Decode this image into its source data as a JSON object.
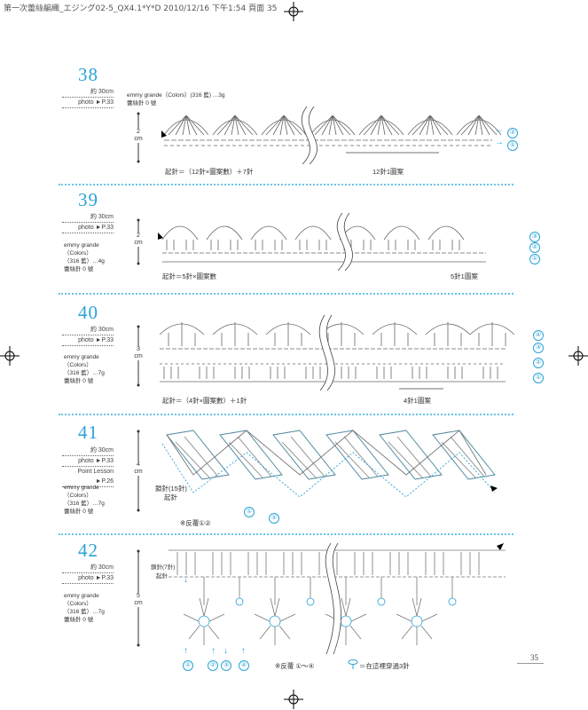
{
  "header": "第一次蕾絲編織_エジング02-5_QX4.1*Y*D  2010/12/16  下午1:54  頁面 35",
  "page_number": "35",
  "patterns": [
    {
      "number": "38",
      "length": "約 30cm",
      "photo": "photo ►P.33",
      "materials": [
        "emmy grande（Colors）(316 藍) …3g",
        "蕾絲針 0 號"
      ],
      "height": "2 cm",
      "foundation": "起針＝（12針×圖案數）＋7針",
      "repeat": "12針1圖案",
      "rows": [
        "①",
        "②"
      ]
    },
    {
      "number": "39",
      "length": "約 30cm",
      "photo": "photo ►P.33",
      "materials": [
        "emmy grande",
        "（Colors）",
        "（316 藍）…4g",
        "蕾絲針 0 號"
      ],
      "height": "2 cm",
      "foundation": "起針＝5針×圖案數",
      "repeat": "5針1圖案",
      "rows": [
        "①",
        "②",
        "③"
      ]
    },
    {
      "number": "40",
      "length": "約 30cm",
      "photo": "photo ►P.33",
      "materials": [
        "emmy grande",
        "（Colors）",
        "（316 藍）…7g",
        "蕾絲針 0 號"
      ],
      "height": "3 cm",
      "foundation": "起針＝（4針×圖案數）＋1針",
      "repeat": "4針1圖案",
      "rows": [
        "①",
        "②",
        "③",
        "④"
      ]
    },
    {
      "number": "41",
      "length": "約 30cm",
      "photo": "photo ►P.33",
      "extra": "Point Lesson ►P.26",
      "materials": [
        "emmy grande",
        "（Colors）",
        "（316 藍）…7g",
        "蕾絲針 0 號"
      ],
      "height": "4 cm",
      "foundation": "鎖針(15針)",
      "foundation2": "起針",
      "note": "※反覆①②",
      "rows": [
        "①",
        "②"
      ]
    },
    {
      "number": "42",
      "length": "約 30cm",
      "photo": "photo ►P.33",
      "materials": [
        "emmy grande",
        "（Colors）",
        "（316 藍）…7g",
        "蕾絲針 0 號"
      ],
      "height": "5 cm",
      "foundation": "鎖針(7針)",
      "foundation2": "起針",
      "note": "※反覆 ①～④",
      "legend": "＝在這裡穿過3針",
      "rows": [
        "①",
        "②",
        "③",
        "④"
      ]
    }
  ]
}
